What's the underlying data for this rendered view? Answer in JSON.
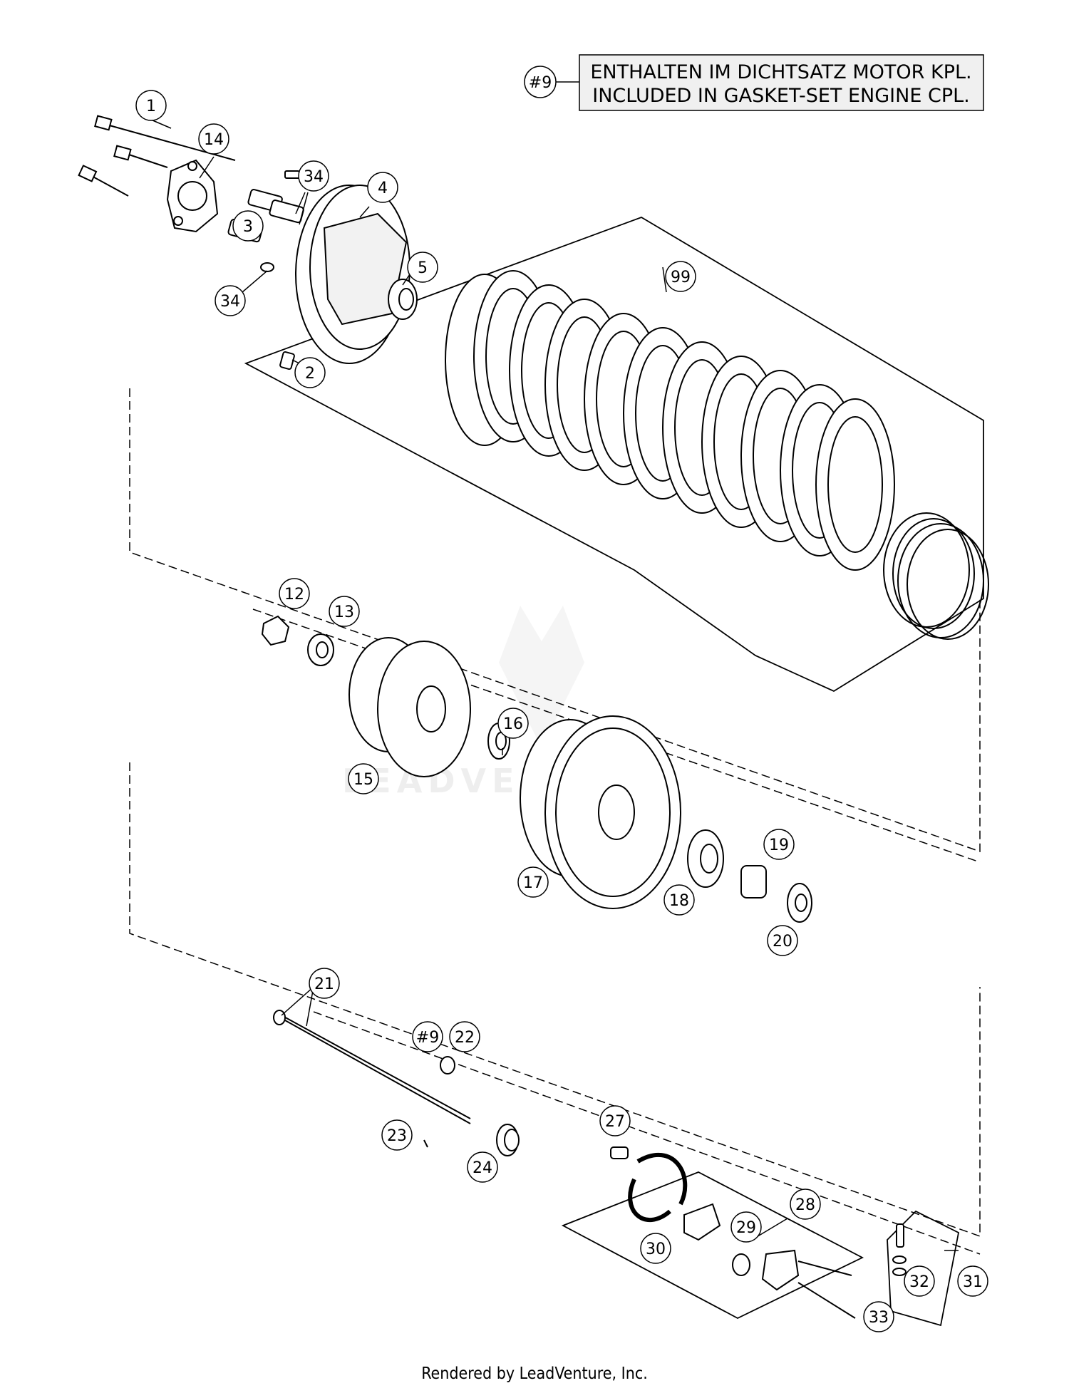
{
  "note": {
    "ref": "#9",
    "line1": "ENTHALTEN IM DICHTSATZ MOTOR KPL.",
    "line2": "INCLUDED IN GASKET-SET ENGINE CPL."
  },
  "watermark": "LEADVENTURE",
  "footer": "Rendered by LeadVenture, Inc.",
  "callouts": [
    "1",
    "14",
    "34",
    "4",
    "3",
    "5",
    "99",
    "34",
    "2",
    "12",
    "13",
    "16",
    "15",
    "17",
    "19",
    "18",
    "20",
    "21",
    "#9",
    "22",
    "27",
    "23",
    "24",
    "28",
    "29",
    "30",
    "31",
    "32",
    "33"
  ]
}
